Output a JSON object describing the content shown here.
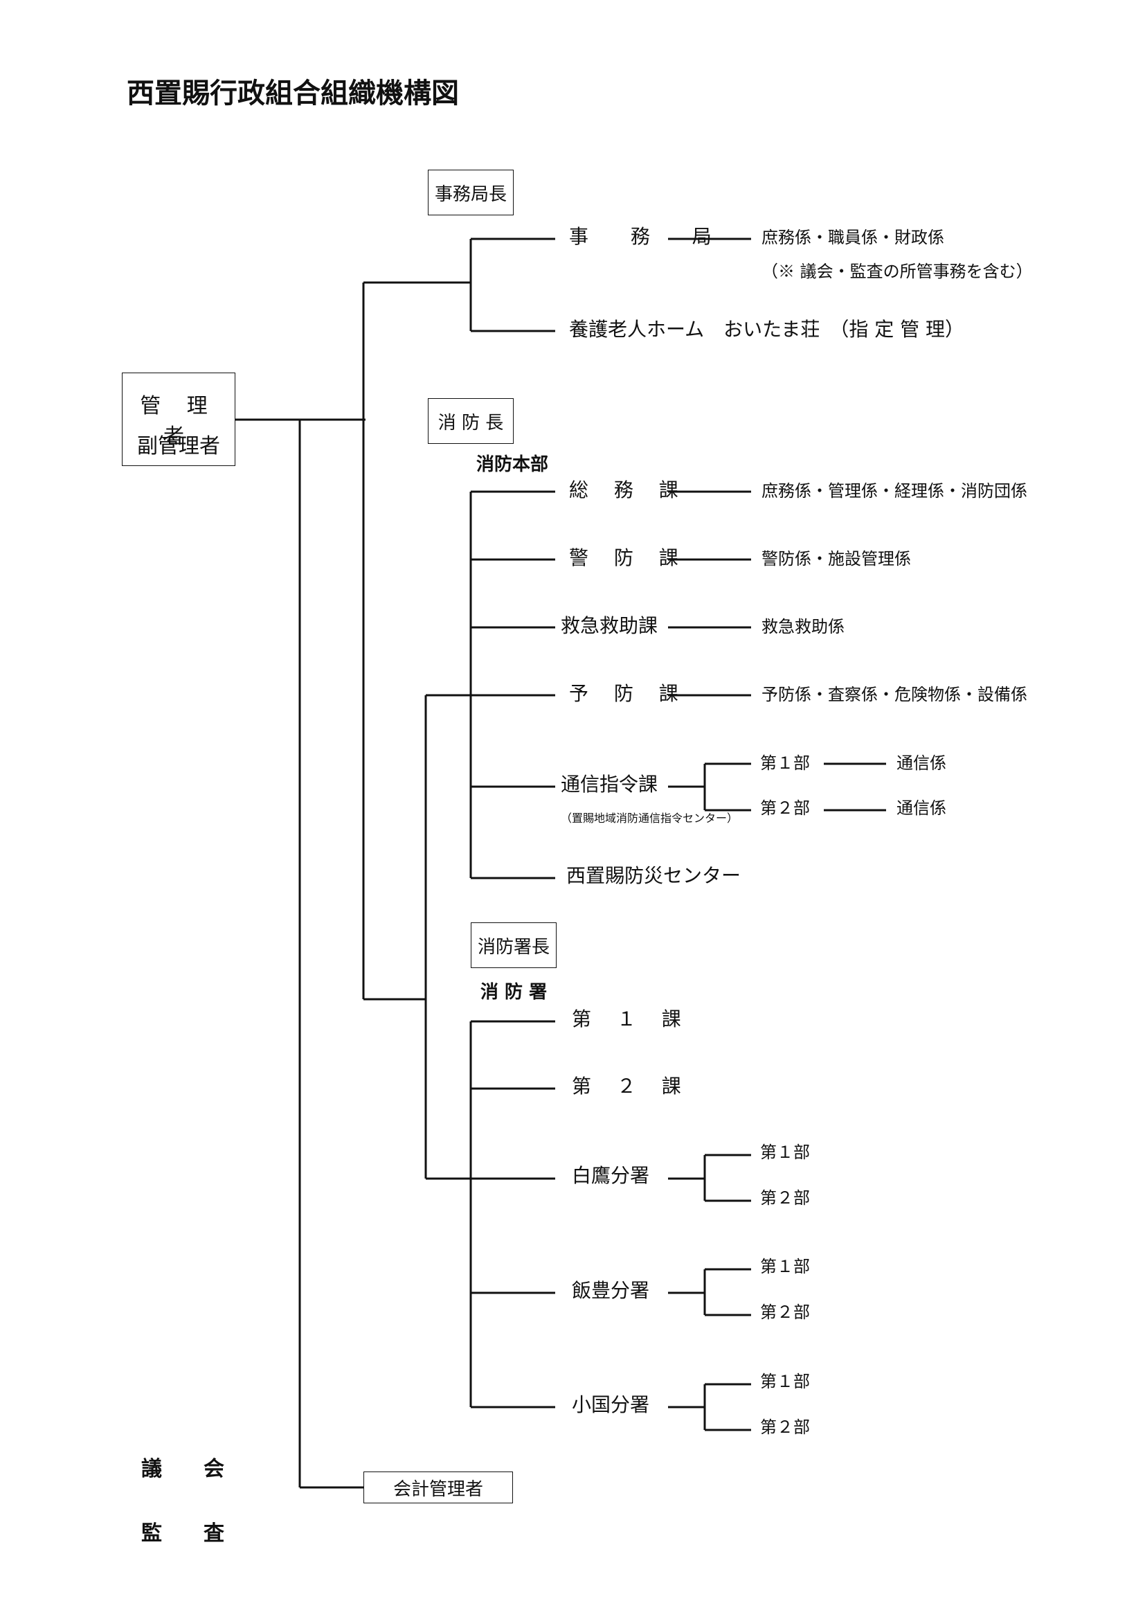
{
  "title": "西置賜行政組合組織機構図",
  "manager_box": {
    "line1": "管 理 者",
    "line2": "副管理者"
  },
  "office": {
    "head": "事務局長",
    "units": [
      {
        "name": "事 務 局",
        "detail": "庶務係・職員係・財政係",
        "note": "（※ 議会・監査の所管事務を含む）"
      },
      {
        "name": "養護老人ホーム　おいたま荘　（指 定 管 理）"
      }
    ]
  },
  "fire_hq": {
    "head": "消 防 長",
    "label": "消防本部",
    "units": [
      {
        "name": "総 務 課",
        "detail": "庶務係・管理係・経理係・消防団係"
      },
      {
        "name": "警 防 課",
        "detail": "警防係・施設管理係"
      },
      {
        "name": "救急救助課",
        "detail": "救急救助係"
      },
      {
        "name": "予 防 課",
        "detail": "予防係・査察係・危険物係・設備係"
      },
      {
        "name": "通信指令課",
        "note": "（置賜地域消防通信指令センター）",
        "parts": [
          {
            "name": "第１部",
            "detail": "通信係"
          },
          {
            "name": "第２部",
            "detail": "通信係"
          }
        ]
      },
      {
        "name": "西置賜防災センター"
      }
    ]
  },
  "fire_station": {
    "head": "消防署長",
    "label": "消 防 署",
    "units": [
      {
        "name": "第 １ 課"
      },
      {
        "name": "第 ２ 課"
      },
      {
        "name": "白鷹分署",
        "parts": [
          "第１部",
          "第２部"
        ]
      },
      {
        "name": "飯豊分署",
        "parts": [
          "第１部",
          "第２部"
        ]
      },
      {
        "name": "小国分署",
        "parts": [
          "第１部",
          "第２部"
        ]
      }
    ]
  },
  "accounting": "会計管理者",
  "side_labels": {
    "assembly": "議　　会",
    "audit": "監　　査"
  }
}
